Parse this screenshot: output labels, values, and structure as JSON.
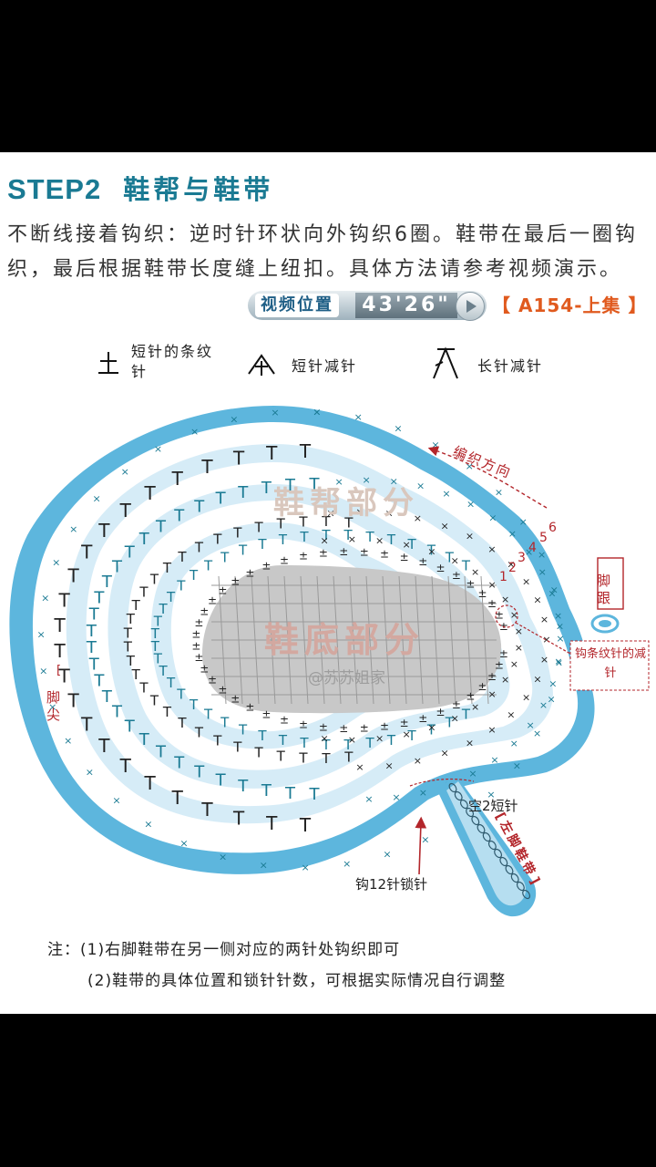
{
  "header": {
    "step": "STEP2",
    "title": "鞋帮与鞋带"
  },
  "intro": {
    "text": "不断线接着钩织：逆时针环状向外钩织6圈。鞋带在最后一圈钩织，最后根据鞋带长度缝上纽扣。具体方法请参考视频演示。"
  },
  "video": {
    "label": "视频位置",
    "time": "43'26\"",
    "reference": "【 A154-上集 】"
  },
  "legend": [
    {
      "symbol": "±",
      "label": "短针的条纹针",
      "icon": "sc-back-loop-symbol"
    },
    {
      "symbol": "A",
      "label": "短针减针",
      "icon": "sc-decrease-symbol"
    },
    {
      "symbol": "Λ",
      "label": "长针减针",
      "icon": "dc-decrease-symbol"
    }
  ],
  "diagram": {
    "upper_label": "鞋帮部分",
    "sole_label": "鞋底部分",
    "watermark": "@苏苏姐家",
    "direction": "编织方向",
    "toe": "脚尖",
    "heel": "脚跟",
    "callout_decrease": "钩条纹针的减针",
    "chain_space": "空2短针",
    "chain_12": "钩12针锁针",
    "strap": "左脚鞋带",
    "round_numbers": [
      "1",
      "2",
      "3",
      "4",
      "5",
      "6"
    ],
    "colors": {
      "accent": "#1a7a93",
      "ring": "#5db6dd",
      "ringFill": "#d6ecf7",
      "sole": "#c8c8c8",
      "red": "#b3262b"
    }
  },
  "notes": [
    "注：(1)右脚鞋带在另一侧对应的两针处钩织即可",
    "(2)鞋带的具体位置和锁针针数，可根据实际情况自行调整"
  ]
}
